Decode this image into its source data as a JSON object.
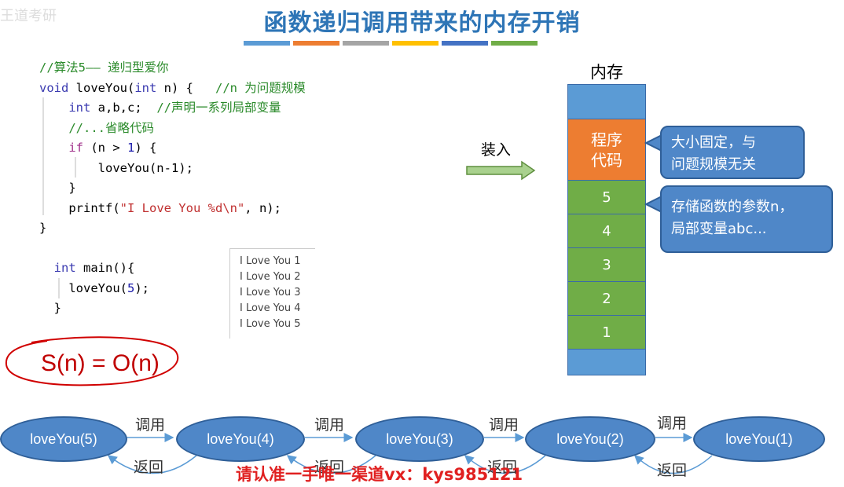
{
  "watermark": "王道考研",
  "title": "函数递归调用带来的内存开销",
  "colors": {
    "bars": [
      "#5b9bd5",
      "#ed7d31",
      "#a5a5a5",
      "#ffc000",
      "#4472c4",
      "#70ad47"
    ],
    "memory_blue": "#5b9bd5",
    "memory_orange": "#ed7d31",
    "memory_green": "#70ad47",
    "accent_red": "#c00000"
  },
  "code": {
    "l1": "//算法5—— 递归型爱你",
    "l2_kw": "void",
    "l2_fn": " loveYou(",
    "l2_kw2": "int",
    "l2_rest": " n) {   ",
    "l2_cm": "//n 为问题规模",
    "l3_kw": "int",
    "l3_rest": " a,b,c;  ",
    "l3_cm": "//声明一系列局部变量",
    "l4_cm": "//...省略代码",
    "l5_kw": "if",
    "l5_rest": " (n > ",
    "l5_num": "1",
    "l5_end": ") {",
    "l6": "loveYou(n-1);",
    "l7": "}",
    "l8_fn": "printf(",
    "l8_str": "\"I Love You %d\\n\"",
    "l8_end": ", n);",
    "l9": "}",
    "m1_kw": "int",
    "m1_rest": " main(){",
    "m2_fn": "loveYou(",
    "m2_num": "5",
    "m2_end": ");",
    "m3": "}"
  },
  "output": [
    "I Love You 1",
    "I Love You 2",
    "I Love You 3",
    "I Love You 4",
    "I Love You 5"
  ],
  "formula": "S(n) = O(n)",
  "memory": {
    "label": "内存",
    "program_line1": "程序",
    "program_line2": "代码",
    "frames": [
      "5",
      "4",
      "3",
      "2",
      "1"
    ]
  },
  "load_label": "装入",
  "callouts": {
    "fixed_line1": "大小固定，与",
    "fixed_line2": "问题规模无关",
    "frames_line1": "存储函数的参数n，",
    "frames_line2": "局部变量abc..."
  },
  "chain": {
    "calls": [
      "loveYou(5)",
      "loveYou(4)",
      "loveYou(3)",
      "loveYou(2)",
      "loveYou(1)"
    ],
    "call_label": "调用",
    "return_label": "返回"
  },
  "notice": "请认准一手唯一渠道vx：kys985121"
}
